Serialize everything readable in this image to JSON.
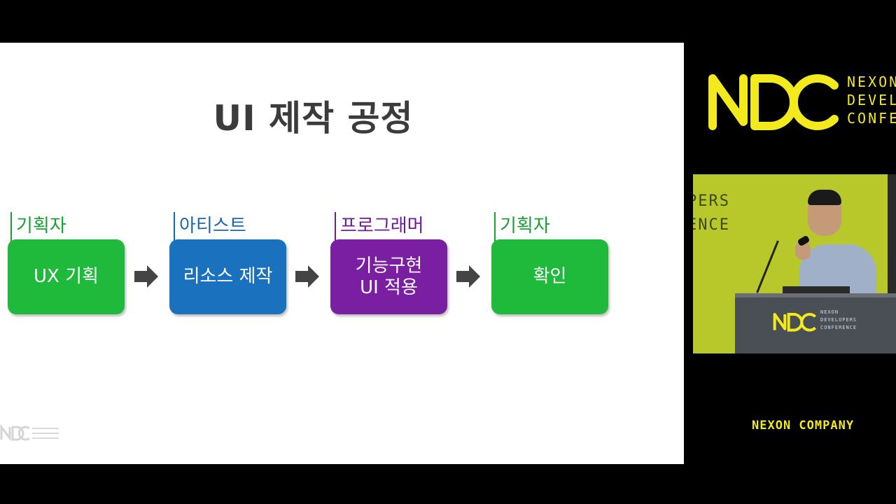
{
  "slide": {
    "title": "UI 제작 공정",
    "steps": [
      {
        "role": "기획자",
        "label": "UX 기획",
        "color": "#1fba3b",
        "role_color": "#1a9e33"
      },
      {
        "role": "아티스트",
        "label": "리소스 제작",
        "color": "#1a72be",
        "role_color": "#1a66ac"
      },
      {
        "role": "프로그래머",
        "label": "기능구현\nUI 적용",
        "color": "#7a1fa2",
        "role_color": "#6e1b96"
      },
      {
        "role": "기획자",
        "label": "확인",
        "color": "#1fba3b",
        "role_color": "#1a9e33"
      }
    ],
    "arrow_color": "#444444"
  },
  "sidebar": {
    "logo_mark": "NDC",
    "logo_words": [
      "NEXON",
      "DEVEL",
      "CONFE"
    ],
    "accent_color": "#f2ea1c",
    "camera_wall_text": [
      "PERS",
      "ENCE"
    ],
    "podium_logo": "NDC",
    "podium_words": [
      "NEXON",
      "DEVELOPERS",
      "CONFERENCE"
    ],
    "company": "NEXON COMPANY"
  }
}
